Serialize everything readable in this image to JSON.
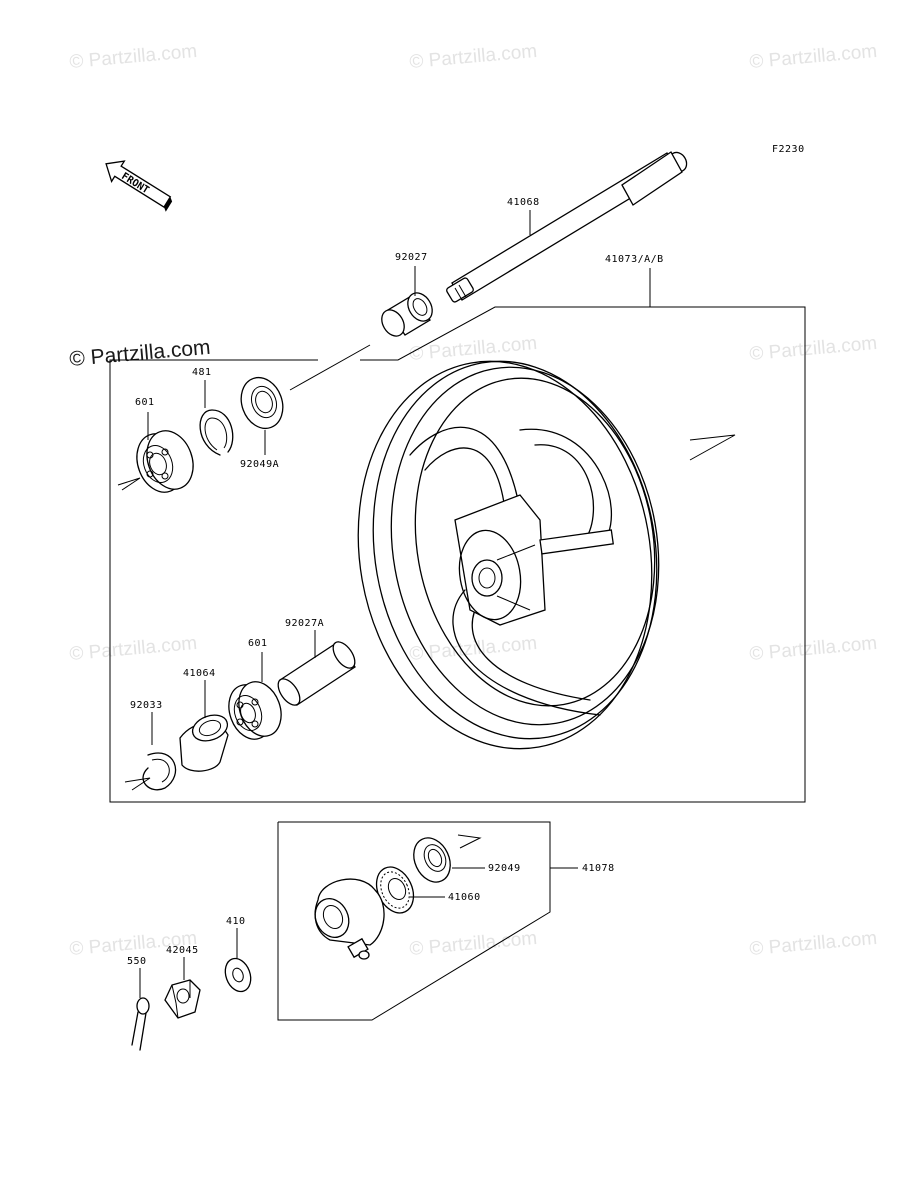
{
  "diagram_code": "F2230",
  "watermark": "© Partzilla.com",
  "front_arrow": "FRONT",
  "labels": {
    "p41068": "41068",
    "p92027": "92027",
    "p41073": "41073/A/B",
    "p481": "481",
    "p601a": "601",
    "p92049a": "92049A",
    "p92027a": "92027A",
    "p601b": "601",
    "p41064": "41064",
    "p92033": "92033",
    "p92049": "92049",
    "p41078": "41078",
    "p41060": "41060",
    "p410": "410",
    "p42045": "42045",
    "p550": "550"
  }
}
